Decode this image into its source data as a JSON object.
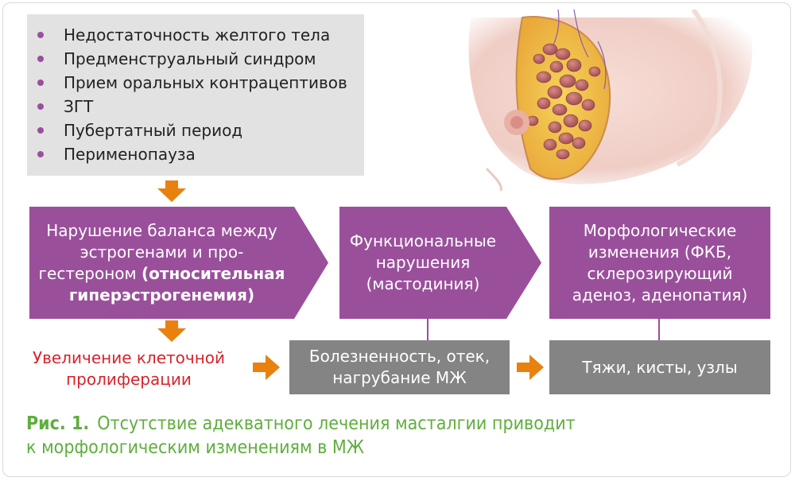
{
  "causes": [
    "Недостаточность желтого тела",
    "Предменструальный синдром",
    "Прием оральных контрацептивов",
    "ЗГТ",
    "Пубертатный период",
    "Перименопауза"
  ],
  "boxes": {
    "imbalance": {
      "line1": "Нарушение баланса между",
      "line2": "эстрогенами и про-",
      "line3": "гестероном ",
      "bold": "(относительная гиперэстрогенемия)"
    },
    "functional": {
      "line1": "Функциональные",
      "line2": "нарушения",
      "line3": "(мастодиния)"
    },
    "morphological": {
      "line1": "Морфологические",
      "line2": "изменения (ФКБ,",
      "line3": "склерозирующий",
      "line4": "аденоз, аденопатия)"
    }
  },
  "proliferation": {
    "line1": "Увеличение клеточной",
    "line2": "пролиферации"
  },
  "symptoms": {
    "line1": "Болезненность, отек,",
    "line2": "нагрубание МЖ"
  },
  "findings": "Тяжи, кисты, узлы",
  "caption": {
    "label": "Рис. 1.",
    "line1": "Отсутствие адекватного лечения масталгии приводит",
    "line2": "к морфологическим изменениям в МЖ"
  },
  "colors": {
    "purple": "#9a4f9b",
    "gray": "#848484",
    "orange": "#e8810e",
    "red": "#d8232a",
    "green": "#5fae3d",
    "panel": "#e2e2e2"
  }
}
